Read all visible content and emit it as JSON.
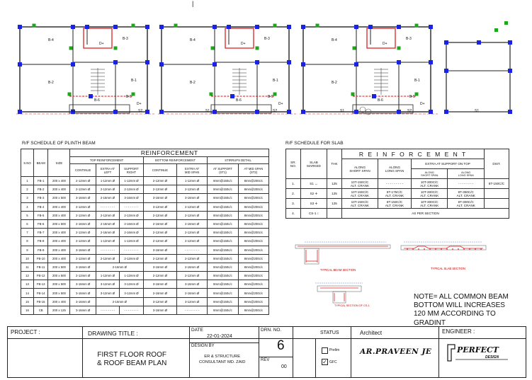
{
  "page_marker": "|",
  "plan": {
    "units": [
      {
        "rooms": [
          "B-4",
          "B-3",
          "B-2",
          "B-1",
          "D+",
          "D+",
          "B-6",
          "B-5"
        ]
      },
      {
        "rooms": [
          "B-4",
          "B-3",
          "B-2",
          "B-1",
          "D+",
          "D+",
          "B-6",
          "B-5"
        ]
      },
      {
        "rooms": [
          "B-4",
          "B-3",
          "B-2",
          "B-1",
          "D+",
          "D+",
          "B-6",
          "B-5"
        ]
      }
    ],
    "beam_tags": [
      "S1",
      "S2",
      "S1",
      "S2",
      "S1",
      "S2",
      "S1"
    ],
    "colors": {
      "column": "#1a22e6",
      "stub": "#1fa61f",
      "beam": "#d11",
      "wall": "#222"
    }
  },
  "beam_schedule": {
    "title": "R/F SCHEDULE OF PLINTH BEAM",
    "group_header": "REINFORCEMENT",
    "sub_headers": {
      "top": "TOP REINFORCEMENT",
      "bottom": "BOTTOM REINFORCEMENT",
      "stirrup": "STIRRUPS DETAIL"
    },
    "columns": {
      "sno": "S.NO",
      "beam": "BEAM",
      "size": "SIZE",
      "continue_top": "CONTINUE",
      "extra_left_1": "EXTRA AT",
      "extra_left_2": "LEFT",
      "support_right_1": "SUPPORT",
      "support_right_2": "RIGHT",
      "continue_bottom": "CONTINUE",
      "extra_mid_1": "EXTRA AT",
      "extra_mid_2": "MID SPAN",
      "at_support_1": "AT SUPPORT",
      "at_support_2": "(ST1)",
      "at_mid_1": "AT MID SPAN",
      "at_mid_2": "(ST2)"
    },
    "rows": [
      [
        "1",
        "FB-1",
        "200 x 400",
        "2-12mm Ø",
        "1-12mm Ø",
        "1-12mm Ø",
        "2-12mm Ø",
        "1-12mm Ø",
        "8mm@150c/c",
        "8mm@200c/c"
      ],
      [
        "2",
        "FB-2",
        "200 x 400",
        "2-12mm Ø",
        "2-12mm Ø",
        "2-12mm Ø",
        "2-12mm Ø",
        "2-12mm Ø",
        "8mm@150c/c",
        "8mm@200c/c"
      ],
      [
        "3",
        "FB-3",
        "200 x 500",
        "3-16mm Ø",
        "2-16mm Ø",
        "3-16mm Ø",
        "3-16mm Ø",
        "3-16mm Ø",
        "8mm@150c/c",
        "8mm@200c/c"
      ],
      [
        "4",
        "FB-4",
        "200 x 400",
        "2-12mm Ø",
        "- - - - - - - -",
        "- - - - - - - -",
        "3-12mm Ø",
        "2-12mm Ø",
        "8mm@150c/c",
        "8mm@200c/c"
      ],
      [
        "5",
        "FB-5",
        "200 x 400",
        "2-12mm Ø",
        "2-12mm Ø",
        "2-12mm Ø",
        "2-12mm Ø",
        "2-12mm Ø",
        "8mm@150c/c",
        "8mm@200c/c"
      ],
      [
        "6",
        "FB-6",
        "200 x 500",
        "2-16mm Ø",
        "2-16mm Ø",
        "2-16mm Ø",
        "2-16mm Ø",
        "2-16mm Ø",
        "8mm@150c/c",
        "8mm@200c/c"
      ],
      [
        "7",
        "FB-7",
        "200 x 400",
        "2-12mm Ø",
        "2-16mm Ø",
        "2-16mm Ø",
        "2-12mm Ø",
        "2-12mm Ø",
        "8mm@150c/c",
        "8mm@200c/c"
      ],
      [
        "8",
        "FB-8",
        "200 x 400",
        "2-12mm Ø",
        "1-12mm Ø",
        "1-12mm Ø",
        "2-12mm Ø",
        "2-12mm Ø",
        "8mm@150c/c",
        "8mm@200c/c"
      ],
      [
        "9",
        "FB-9",
        "200 x 400",
        "3-16mm Ø",
        "- - - - - - - -",
        "- - - - - - - -",
        "3-16mm Ø",
        "- - - - - - - -",
        "8mm@150c/c",
        "8mm@200c/c"
      ],
      [
        "10",
        "FB-10",
        "200 x 400",
        "2-12mm Ø",
        "2-12mm Ø",
        "2-12mm Ø",
        "2-12mm Ø",
        "2-12mm Ø",
        "8mm@150c/c",
        "8mm@200c/c"
      ],
      [
        "11",
        "FB-11",
        "200 x 500",
        "3-16mm Ø",
        "2-16mm Ø",
        "",
        "3-16mm Ø",
        "2-16mm Ø",
        "8mm@150c/c",
        "8mm@200c/c"
      ],
      [
        "12",
        "FB-12",
        "200 x 500",
        "2-12mm Ø",
        "1-12mm Ø",
        "1-12mm Ø",
        "2-12mm Ø",
        "2-12mm Ø",
        "8mm@150c/c",
        "8mm@200c/c"
      ],
      [
        "13",
        "FB-13",
        "200 x 500",
        "3-16mm Ø",
        "3-12mm Ø",
        "3-12mm Ø",
        "3-16mm Ø",
        "3-16mm Ø",
        "8mm@150c/c",
        "8mm@200c/c"
      ],
      [
        "14",
        "FB-14",
        "200 x 500",
        "3-16mm Ø",
        "3-12mm Ø",
        "3-12mm Ø",
        "2-16mm Ø",
        "2-16mm Ø",
        "8mm@150c/c",
        "8mm@200c/c"
      ],
      [
        "15",
        "FB-15",
        "200 x 400",
        "3-16mm Ø",
        "2-16mm Ø",
        "",
        "3-12mm Ø",
        "3-12mm Ø",
        "8mm@150c/c",
        "8mm@200c/c"
      ],
      [
        "16",
        "CB",
        "200 x 125",
        "3-16mm Ø",
        "- - - - - - - -",
        "- - - - - - - -",
        "3-16mm Ø",
        "- - - - - - - -",
        "8mm@150c/c",
        "8mm@200c/c"
      ]
    ]
  },
  "slab_schedule": {
    "title": "R/F SCHEDULE FOR SLAB",
    "group_header": "R E I N F O R C E M E N T",
    "columns": {
      "sr_1": "SR.",
      "sr_2": "NO.",
      "slab_1": "SLAB",
      "slab_2": "MARKED",
      "thk": "THK",
      "along_short_1": "ALONG",
      "along_short_2": "SHORT SPAN",
      "along_long_1": "ALONG",
      "along_long_2": "LONG SPAN",
      "extra": "EXTRA AT SUPPORT ON TOP",
      "extra_short_1": "ALONG",
      "extra_short_2": "SHORT SPAN",
      "extra_long_1": "ALONG",
      "extra_long_2": "LONG SPAN",
      "dist": "DIST."
    },
    "rows": [
      {
        "sr": "1.",
        "slab": "S1",
        "thk": "125",
        "short_a": "10T-150C/C",
        "short_b": "ALT. CRANK",
        "long_a": "- - - - - - - - -",
        "long_b": "",
        "ex_short_a": "10T-300C/C",
        "ex_short_b": "ALT. CRANK",
        "ex_long_a": "- - - - - - - -",
        "ex_long_b": "",
        "dist": "8T-150C/C"
      },
      {
        "sr": "2.",
        "slab": "S2",
        "thk": "125",
        "short_a": "10T-150C/C",
        "short_b": "ALT. CRANK",
        "long_a": "8T-175C/C",
        "long_b": "ALT. CRANK",
        "ex_short_a": "10T-300C/C",
        "ex_short_b": "ALT. CRANK",
        "ex_long_a": "8T-350C/C",
        "ex_long_b": "ALT. CRANK",
        "dist": ""
      },
      {
        "sr": "3.",
        "slab": "S3",
        "thk": "125",
        "short_a": "10T-150C/C",
        "short_b": "ALT. CRANK",
        "long_a": "8T-150C/C",
        "long_b": "ALT. CRANK",
        "ex_short_a": "10T-300C/C",
        "ex_short_b": "ALT. CRANK",
        "ex_long_a": "8T-300C/C",
        "ex_long_b": "ALT. CRANK",
        "dist": ""
      },
      {
        "sr": "4.",
        "slab": "CS-1",
        "thk": "",
        "note": "AS PER SECTION"
      }
    ]
  },
  "sections": {
    "beam": "TYPICAL BEAM SECTION",
    "slab": "TYPICAL SLAB SECTION",
    "cs": "TYPICAL SECTION OF CS-1"
  },
  "note": {
    "line1": "NOTE=  ALL COMMON BEAM",
    "line2": "BOTTOM WILL INCREASES",
    "line3": "120 MM ACCORDING TO",
    "line4": "GRADINT"
  },
  "title_block": {
    "project_label": "PROJECT :",
    "drawing_title_label": "DRAWING TITLE :",
    "drawing_title_1": "FIRST FLOOR ROOF",
    "drawing_title_2": "& ROOF BEAM PLAN",
    "date_label": "DATE",
    "date": "22-01-2024",
    "design_by_label": "DESIGN BY",
    "design_by_1": "ER & STRUCTURE",
    "design_by_2": "CONSULTANT MD.  ZAID",
    "drn_label": "DRN. NO.",
    "drn_no": "6",
    "rev_label": "REV",
    "rev": "00",
    "status_label": "STATUS",
    "prelim": "Prelim",
    "gfc": "GFC",
    "architect_label": "Architect",
    "architect": "AR.PRAVEEN JE",
    "engineer_label": "ENGINEER :",
    "logo_1": "PERFECT",
    "logo_2": "DESIGN"
  }
}
